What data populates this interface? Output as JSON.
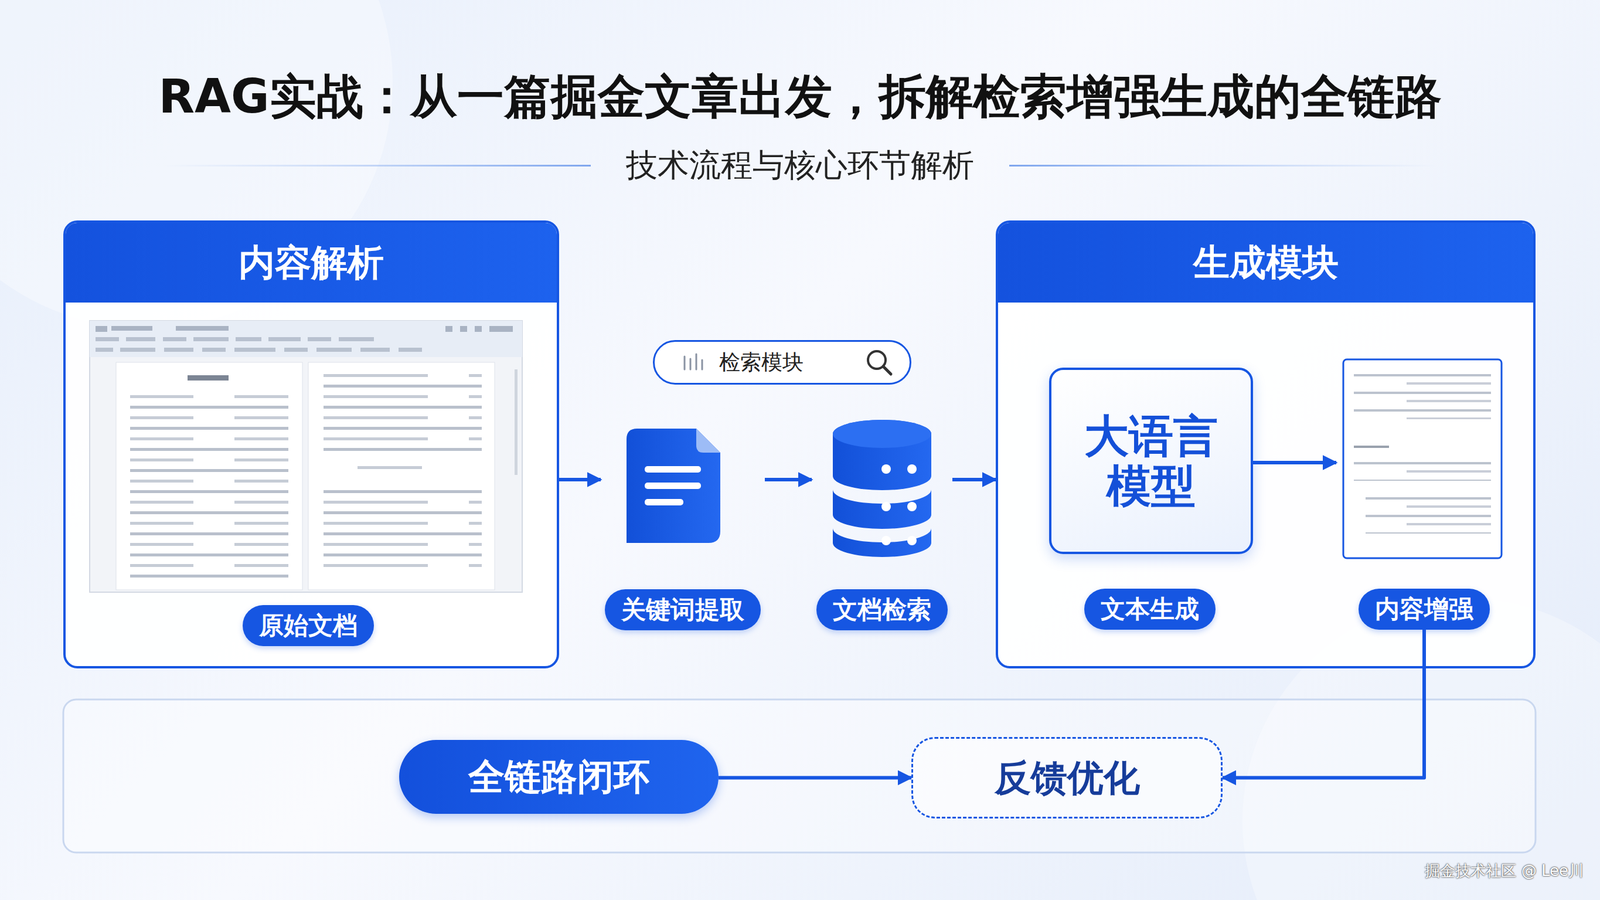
{
  "diagram": {
    "title": "RAG实战：从一篇掘金文章出发，拆解检索增强生成的全链路",
    "nodes": [
      {
        "text": [
          "内容解析"
        ]
      },
      {
        "text": [
          "原始文档"
        ],
        "in": 0
      },
      {
        "text": [
          "检索模块"
        ]
      },
      {
        "text": [
          "关键词提取"
        ]
      },
      {
        "text": [
          "文档检索"
        ]
      },
      {
        "text": [
          "生成模块"
        ]
      },
      {
        "text": [
          "大语言模型"
        ],
        "in": 5
      },
      {
        "text": [
          "文本生成"
        ],
        "in": 5
      },
      {
        "text": [
          "内容增强"
        ],
        "in": 5
      },
      {
        "text": [
          "全链路闭环"
        ]
      },
      {
        "text": [
          "反馈优化"
        ]
      }
    ],
    "edges": [
      {
        "from": 0,
        "to": 3,
        "arrow": "to"
      },
      {
        "from": 3,
        "to": 4,
        "arrow": "to"
      },
      {
        "from": 4,
        "to": 5,
        "arrow": "to"
      },
      {
        "from": 6,
        "to": 8,
        "arrow": "to"
      },
      {
        "from": 8,
        "to": 10,
        "arrow": "to"
      },
      {
        "from": 9,
        "to": 10,
        "arrow": "to"
      }
    ],
    "labels": [
      "技术流程与核心环节解析",
      "掘金技术社区 @ Lee川"
    ]
  }
}
